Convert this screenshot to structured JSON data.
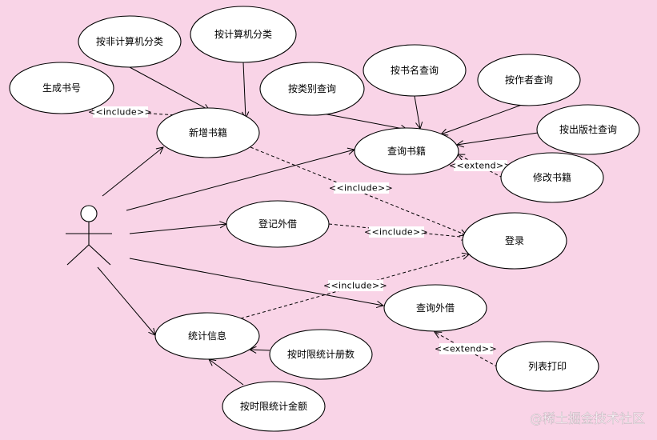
{
  "use_cases": {
    "non_computer_category": "按非计算机分类",
    "computer_category": "按计算机分类",
    "generate_book_no": "生成书号",
    "add_book": "新增书籍",
    "query_by_category": "按类别查询",
    "query_by_title": "按书名查询",
    "query_by_author": "按作者查询",
    "query_book": "查询书籍",
    "query_by_publisher": "按出版社查询",
    "modify_book": "修改书籍",
    "register_loan": "登记外借",
    "login": "登录",
    "query_loan": "查询外借",
    "statistics": "统计信息",
    "stat_count_by_period": "按时限统计册数",
    "print_list": "列表打印",
    "stat_amount_by_period": "按时限统计金额"
  },
  "stereotypes": {
    "include": "<<include>>",
    "extend": "<<extend>>"
  },
  "watermark": "@稀土掘金技术社区"
}
